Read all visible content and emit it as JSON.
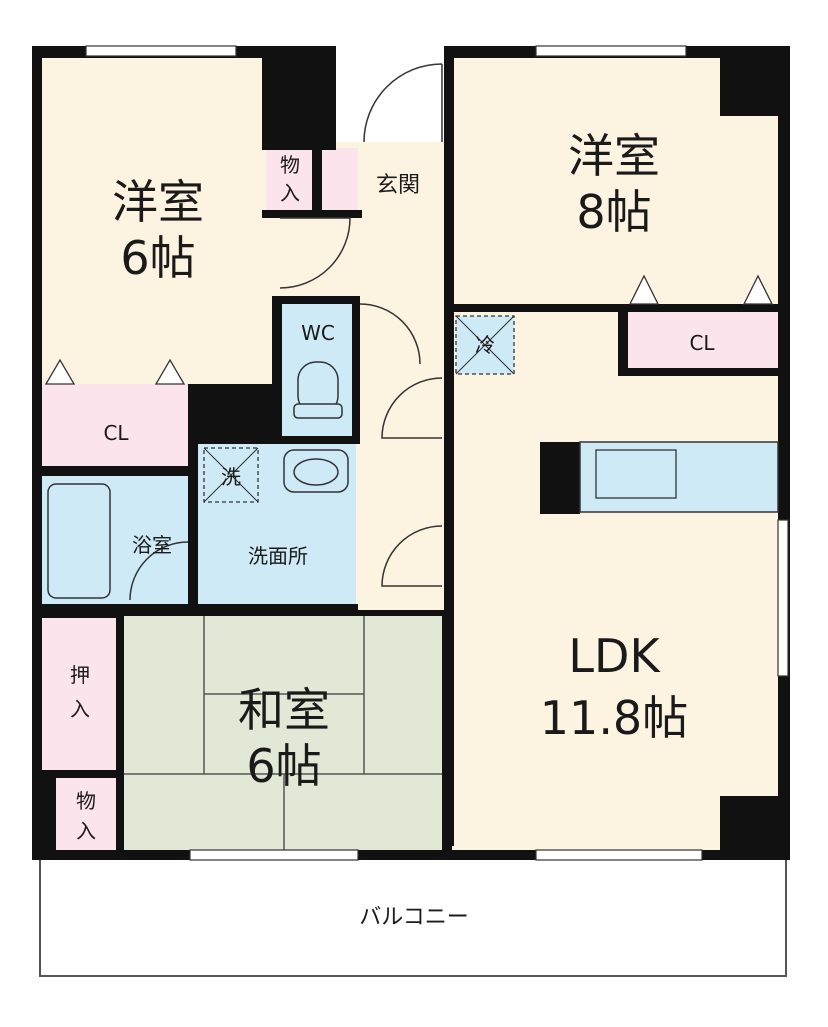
{
  "rooms": {
    "western_6_name": "洋室",
    "western_6_size": "6帖",
    "western_8_name": "洋室",
    "western_8_size": "8帖",
    "japanese_name": "和室",
    "japanese_size": "6帖",
    "ldk_name": "LDK",
    "ldk_size": "11.8帖",
    "entrance": "玄関",
    "storage_top_1": "物",
    "storage_top_2": "入",
    "wc": "WC",
    "closet_left": "CL",
    "closet_right": "CL",
    "bath": "浴室",
    "washroom": "洗面所",
    "washer": "洗",
    "fridge": "冷",
    "oshiire_1": "押",
    "oshiire_2": "入",
    "storage_bottom_1": "物",
    "storage_bottom_2": "入",
    "balcony": "バルコニー"
  },
  "colors": {
    "floor_cream": "#fdf3e1",
    "closet_pink": "#fbe4ec",
    "water_blue": "#cfeaf7",
    "tatami_green": "#e2e8d6",
    "wall": "#111111"
  }
}
